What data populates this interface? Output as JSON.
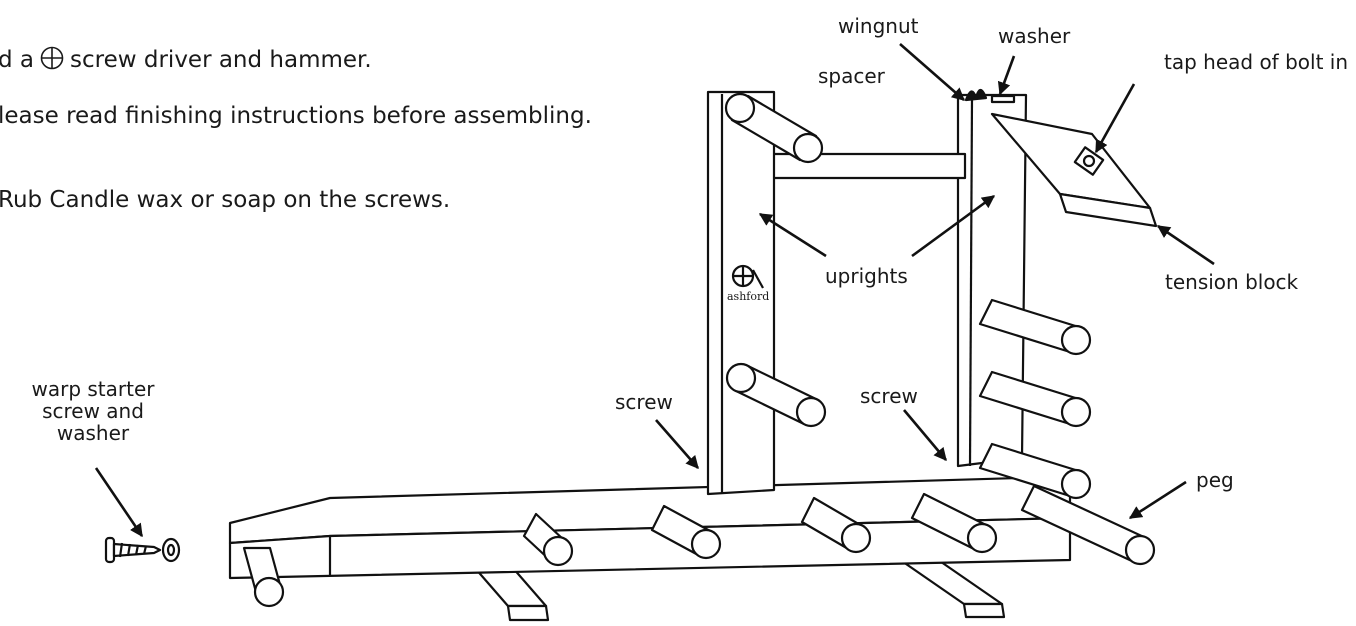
{
  "instructions": {
    "line1_prefix": "d a",
    "line1_suffix": "screw driver and hammer.",
    "line2": "lease read finishing instructions before assembling.",
    "line3": "Rub Candle wax or soap on the screws."
  },
  "logo_text": "ashford",
  "labels": {
    "wingnut": "wingnut",
    "washer": "washer",
    "spacer": "spacer",
    "tap_head": "tap head of bolt in",
    "uprights": "uprights",
    "tension_block": "tension block",
    "warp_starter": [
      "warp starter",
      "screw and",
      "washer"
    ],
    "screw_left": "screw",
    "screw_right": "screw",
    "peg": "peg"
  },
  "icons": {
    "phillips": "phillips-screwdriver-icon",
    "logo": "spinning-wheel-icon"
  }
}
